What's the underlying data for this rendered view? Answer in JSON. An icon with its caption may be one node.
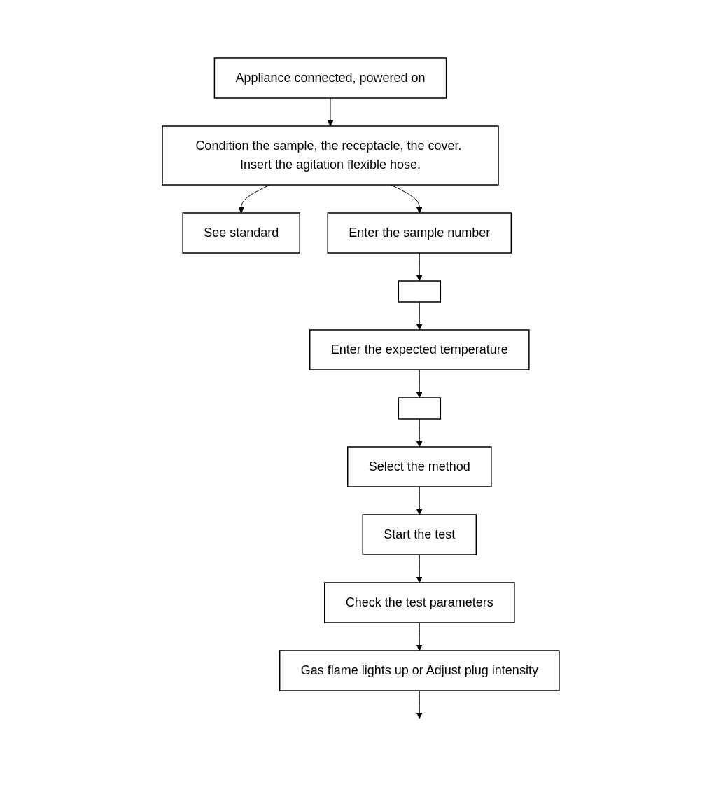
{
  "diagram": {
    "nodes": [
      {
        "text": [
          "Appliance connected, powered on"
        ]
      },
      {
        "text": [
          "Condition the sample, the receptacle, the cover. Insert the agitation flexible hose."
        ]
      },
      {
        "text": [
          "See standard"
        ]
      },
      {
        "text": [
          "Enter the sample number"
        ]
      },
      {
        "text": [],
        "shape": "box"
      },
      {
        "text": [
          "Enter the expected temperature"
        ]
      },
      {
        "text": [],
        "shape": "box"
      },
      {
        "text": [
          "Select the method"
        ]
      },
      {
        "text": [
          "Start the test"
        ]
      },
      {
        "text": [
          "Check the test parameters"
        ]
      },
      {
        "text": [
          "Gas flame lights up or Adjust plug intensity"
        ]
      }
    ],
    "edges": [
      {
        "from": 0,
        "to": 1,
        "arrow": "to"
      },
      {
        "from": 1,
        "to": 2,
        "arrow": "to"
      },
      {
        "from": 1,
        "to": 3,
        "arrow": "to"
      },
      {
        "from": 3,
        "to": 4,
        "arrow": "to"
      },
      {
        "from": 4,
        "to": 5,
        "arrow": "to"
      },
      {
        "from": 5,
        "to": 6,
        "arrow": "to"
      },
      {
        "from": 6,
        "to": 7,
        "arrow": "to"
      },
      {
        "from": 7,
        "to": 8,
        "arrow": "to"
      },
      {
        "from": 8,
        "to": 9,
        "arrow": "to"
      },
      {
        "from": 9,
        "to": 10,
        "arrow": "to"
      },
      {
        "from": 10,
        "to": null,
        "arrow": "to"
      }
    ]
  }
}
